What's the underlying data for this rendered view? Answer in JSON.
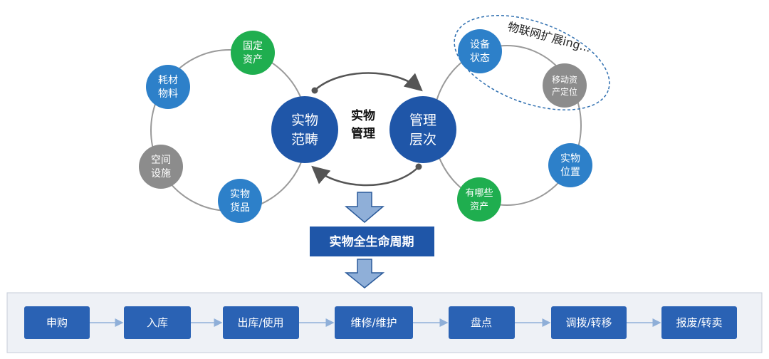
{
  "colors": {
    "dark_blue": "#1f56a8",
    "mid_blue": "#2d80c9",
    "green": "#1fae4f",
    "gray": "#8c8c8c",
    "step_blue": "#2a62b4",
    "panel": "#eef1f6",
    "arrow_fill": "#8fafd8",
    "dashed": "#2f6fb0"
  },
  "center": {
    "left_hub": [
      "实物",
      "范畴"
    ],
    "right_hub": [
      "管理",
      "层次"
    ],
    "middle_label": [
      "实物",
      "管理"
    ]
  },
  "left_ring": [
    {
      "id": "fixed-assets",
      "lines": [
        "固定",
        "资产"
      ],
      "color": "green"
    },
    {
      "id": "consumables",
      "lines": [
        "耗材",
        "物料"
      ],
      "color": "mid_blue"
    },
    {
      "id": "space-facilities",
      "lines": [
        "空间",
        "设施"
      ],
      "color": "gray"
    },
    {
      "id": "physical-goods",
      "lines": [
        "实物",
        "货品"
      ],
      "color": "mid_blue"
    }
  ],
  "right_ring": [
    {
      "id": "device-status",
      "lines": [
        "设备",
        "状态"
      ],
      "color": "mid_blue"
    },
    {
      "id": "mobile-asset-locating",
      "lines": [
        "移动资",
        "产定位"
      ],
      "color": "gray"
    },
    {
      "id": "physical-location",
      "lines": [
        "实物",
        "位置"
      ],
      "color": "mid_blue"
    },
    {
      "id": "which-assets",
      "lines": [
        "有哪些",
        "资产"
      ],
      "color": "green"
    }
  ],
  "iot_label": "物联网扩展ing...",
  "lifecycle_banner": "实物全生命周期",
  "process_steps": [
    "申购",
    "入库",
    "出库/使用",
    "维修/维护",
    "盘点",
    "调拨/转移",
    "报废/转卖"
  ]
}
